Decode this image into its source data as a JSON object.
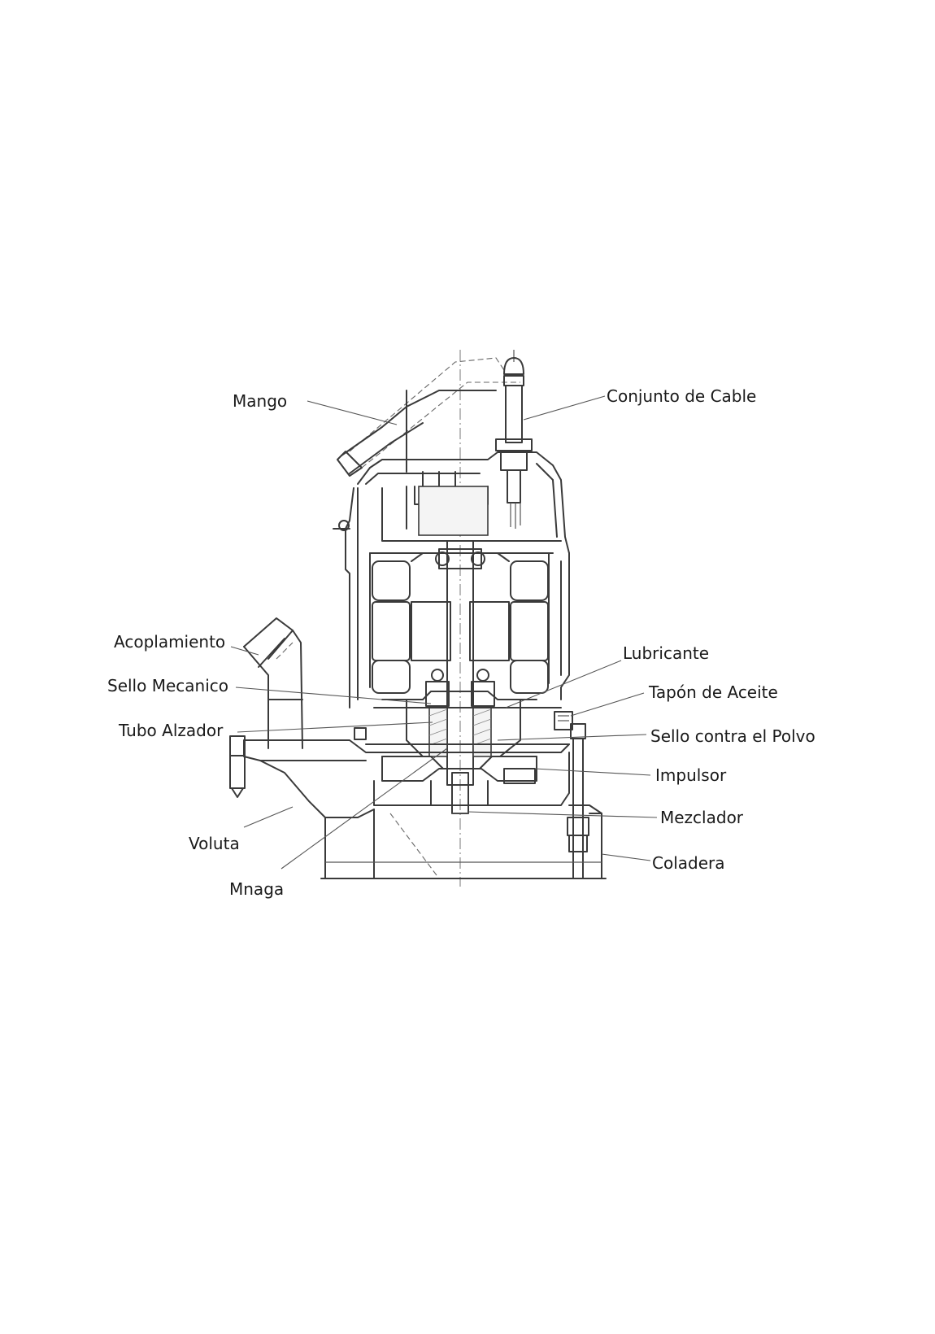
{
  "labels": {
    "mango": "Mango",
    "conjunto_de_cable": "Conjunto de Cable",
    "acoplamiento": "Acoplamiento",
    "sello_mecanico": "Sello Mecanico",
    "tubo_alzador": "Tubo Alzador",
    "voluta": "Voluta",
    "mnaga": "Mnaga",
    "lubricante": "Lubricante",
    "tapon_de_aceite": "Tapón de Aceite",
    "sello_contra_el_polvo": "Sello contra el Polvo",
    "impulsor": "Impulsor",
    "mezclador": "Mezclador",
    "coladera": "Coladera"
  }
}
